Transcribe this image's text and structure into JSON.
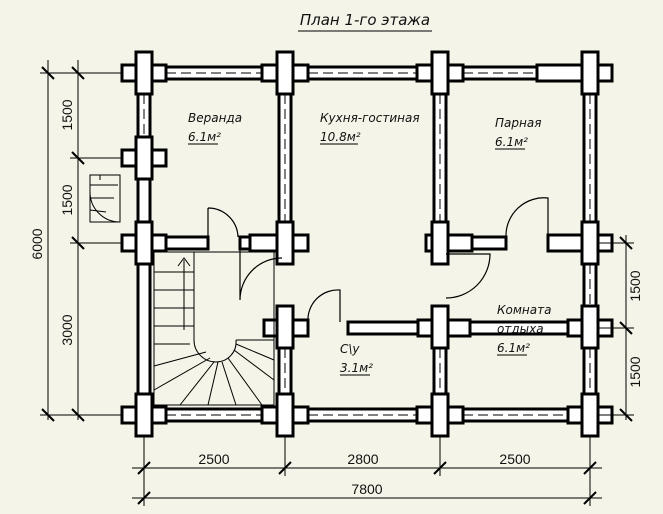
{
  "title": "План 1-го этажа",
  "rooms": {
    "veranda": {
      "name": "Веранда",
      "area": "6.1м²"
    },
    "kitchen": {
      "name": "Кухня-гостиная",
      "area": "10.8м²"
    },
    "steam": {
      "name": "Парная",
      "area": "6.1м²"
    },
    "rest": {
      "name": "Комната",
      "name2": "отдыха",
      "area": "6.1м²"
    },
    "wc": {
      "name": "С\\у",
      "area": "3.1м²"
    }
  },
  "dimensions": {
    "bottom_1": "2500",
    "bottom_2": "2800",
    "bottom_3": "2500",
    "bottom_total": "7800",
    "left_1": "1500",
    "left_2": "1500",
    "left_3": "3000",
    "left_total": "6000",
    "right_1": "1500",
    "right_2": "1500"
  }
}
